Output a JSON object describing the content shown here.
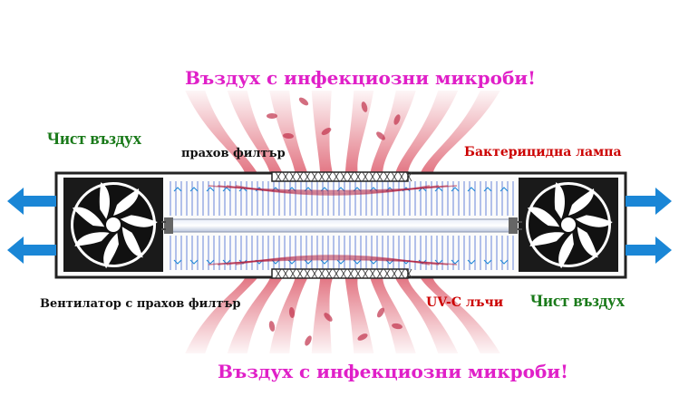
{
  "labels": {
    "top_title": "Въздух с инфекциозни микроби!",
    "bottom_title": "Въздух с инфекциозни микроби!",
    "clean_air_left": "Чист въздух",
    "clean_air_right": "Чист въздух",
    "dust_filter": "прахов филтър",
    "bactericidal_lamp": "Бактерицидна лампа",
    "fan_with_filter": "Вентилатор с прахов филтър",
    "uvc_rays": "UV-C лъчи"
  },
  "colors": {
    "title": "#e020c8",
    "clean_air": "#1a7a1a",
    "red_label": "#cc0000",
    "arrow": "#1a86d6",
    "housing": "#222222",
    "infected_air": "#d9485a",
    "uv_line": "#3a5fd0"
  },
  "icons": {
    "fan": "fan-icon",
    "arrow": "arrow-icon",
    "lamp": "uv-lamp-icon"
  }
}
